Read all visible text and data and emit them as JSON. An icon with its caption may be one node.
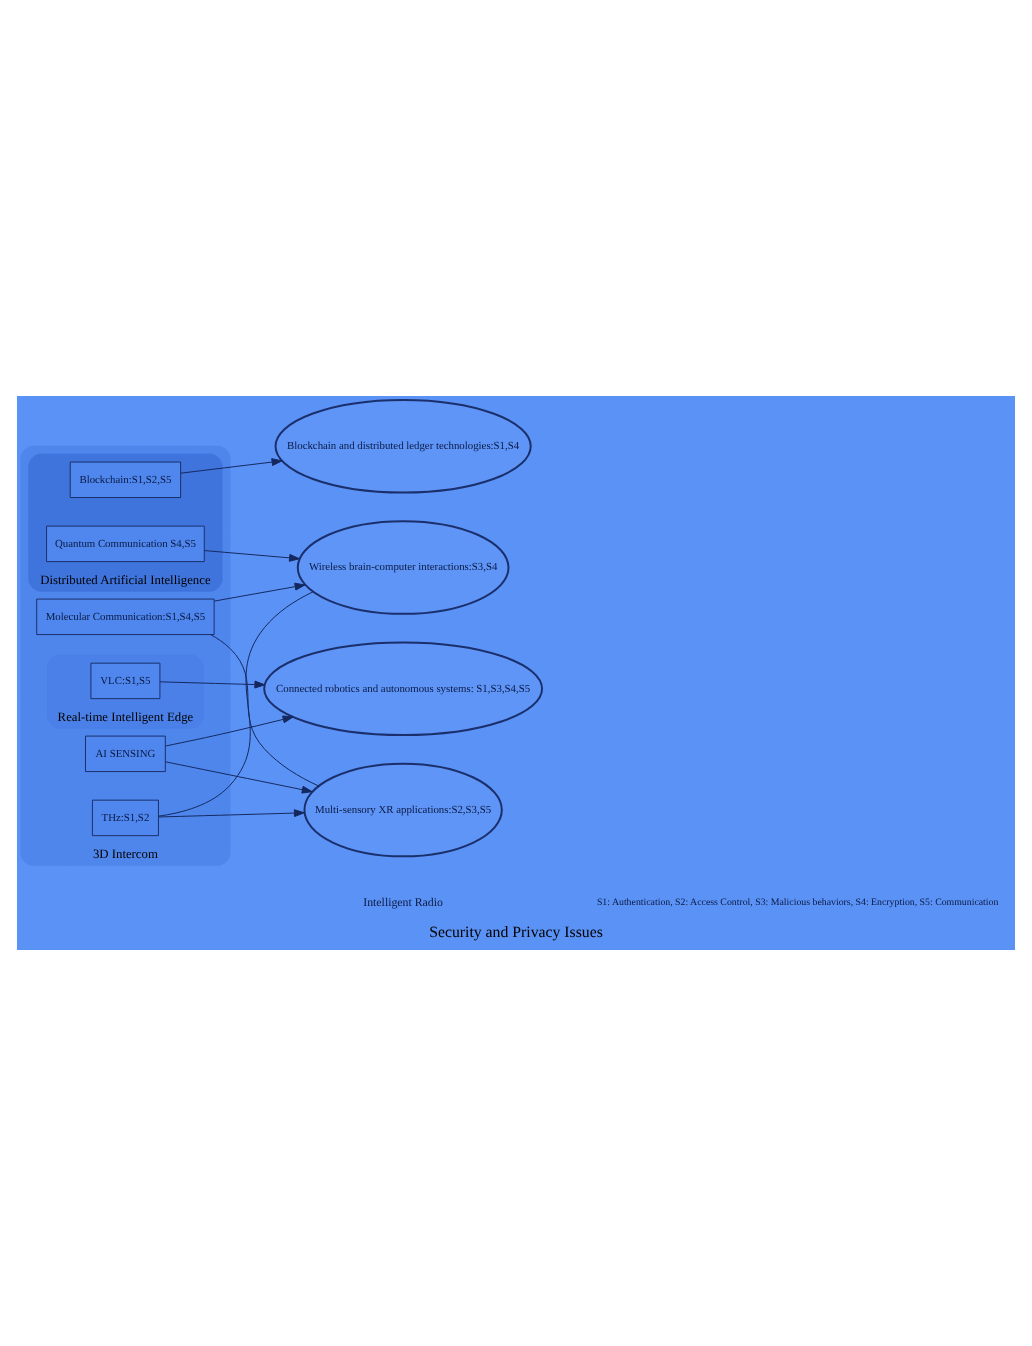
{
  "diagram": {
    "caption": "Security and Privacy Issues",
    "nodes": [
      {
        "text": [
          "3D Intercom"
        ]
      },
      {
        "text": [
          "Distributed Artificial Intelligence"
        ],
        "in": 0
      },
      {
        "text": [
          "Real-time Intelligent Edge"
        ],
        "in": 0
      },
      {
        "text": [
          "AI SENSING"
        ],
        "in": 0
      },
      {
        "text": [
          "Quantum Communication S4,S5"
        ],
        "in": 1
      },
      {
        "text": [
          "Blockchain:S1,S2,S5"
        ],
        "in": 1
      },
      {
        "text": [
          "VLC:S1,S5"
        ],
        "in": 2
      },
      {
        "text": [
          "THz:S1,S2"
        ],
        "in": 0
      },
      {
        "text": [
          "Molecular Communication:S1,S4,S5"
        ],
        "in": 0
      },
      {
        "text": [
          "Blockchain and distributed ledger technologies:S1,S4"
        ]
      },
      {
        "text": [
          "Connected robotics and autonomous systems: S1,S3,S4,S5"
        ]
      },
      {
        "text": [
          "Wireless brain-computer interactions:S3,S4"
        ]
      },
      {
        "text": [
          "Multi-sensory XR applications:S2,S3,S5"
        ]
      }
    ],
    "edges": [
      {
        "from": 3,
        "to": 10,
        "arrow": "to"
      },
      {
        "from": 6,
        "to": 10,
        "arrow": "to"
      },
      {
        "from": 5,
        "to": 9,
        "arrow": "to"
      },
      {
        "from": 4,
        "to": 11,
        "arrow": "to"
      },
      {
        "from": 3,
        "to": 12,
        "arrow": "to"
      },
      {
        "from": 7,
        "to": 12,
        "arrow": "to"
      },
      {
        "from": 7,
        "to": 11,
        "arrow": "none"
      },
      {
        "from": 8,
        "to": 12,
        "arrow": "none"
      },
      {
        "from": 8,
        "to": 11,
        "arrow": "to"
      }
    ],
    "labels": [
      "Intelligent Radio",
      "S1: Authentication, S2: Access Control, S3: Malicious behaviors, S4: Encryption, S5: Communication"
    ]
  }
}
